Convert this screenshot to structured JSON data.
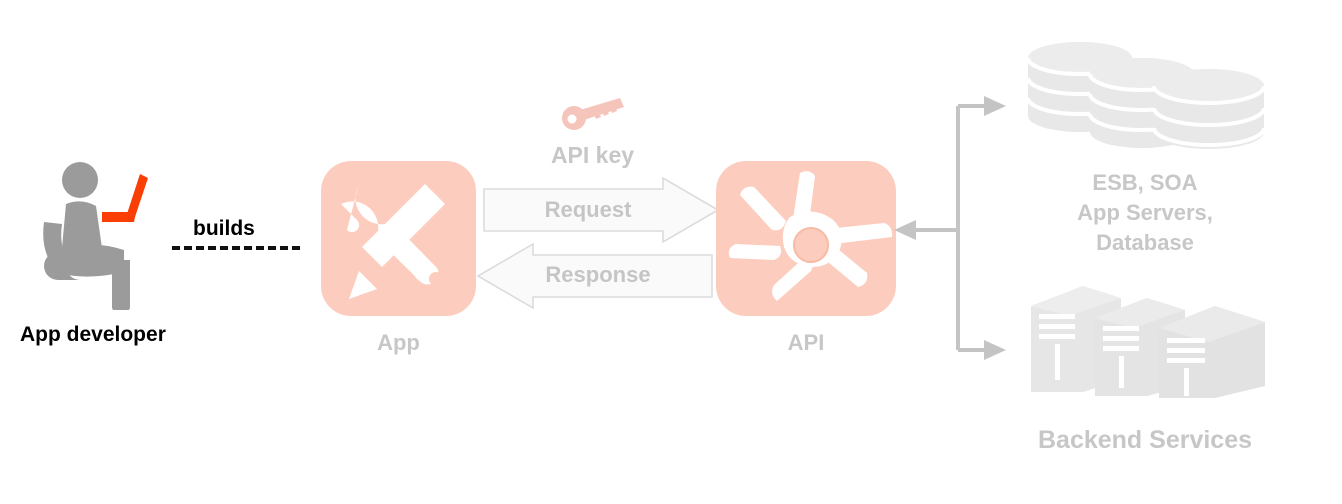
{
  "diagram": {
    "title": "API architecture flow",
    "background": "#ffffff",
    "colors": {
      "tile_salmon": "#fccdbe",
      "laptop_orange": "#f93f06",
      "person_grey": "#9b9b9b",
      "label_grey": "#c7c7c7",
      "backend_grey": "#e6e6e6",
      "arrow_outline": "#d9d9d9",
      "connector_grey": "#c4c4c4",
      "text_black": "#000000"
    }
  },
  "actor": {
    "label": "App developer",
    "icon": "seated-developer-with-laptop-icon"
  },
  "builds_link": {
    "label": "builds",
    "style": "dashed"
  },
  "app_node": {
    "label": "App",
    "icon": "wrench-and-pencil-icon"
  },
  "api_key": {
    "label": "API key",
    "icon": "key-icon"
  },
  "messages": [
    {
      "label": "Request",
      "direction": "right",
      "icon": "block-arrow-right-icon"
    },
    {
      "label": "Response",
      "direction": "left",
      "icon": "block-arrow-left-icon"
    }
  ],
  "api_node": {
    "label": "API",
    "icon": "api-hub-star-icon"
  },
  "backend": {
    "group_label": "Backend Services",
    "targets": [
      {
        "label": "ESB, SOA\nApp Servers,\nDatabase",
        "lines": [
          "ESB, SOA",
          "App Servers,",
          "Database"
        ],
        "icon": "database-stack-icon"
      },
      {
        "label": "Backend Services",
        "icon": "server-towers-icon"
      }
    ],
    "connector": {
      "icon": "branching-arrow-connector-icon",
      "branches": [
        "to-database-up",
        "to-api-left",
        "to-servers-down"
      ]
    }
  }
}
